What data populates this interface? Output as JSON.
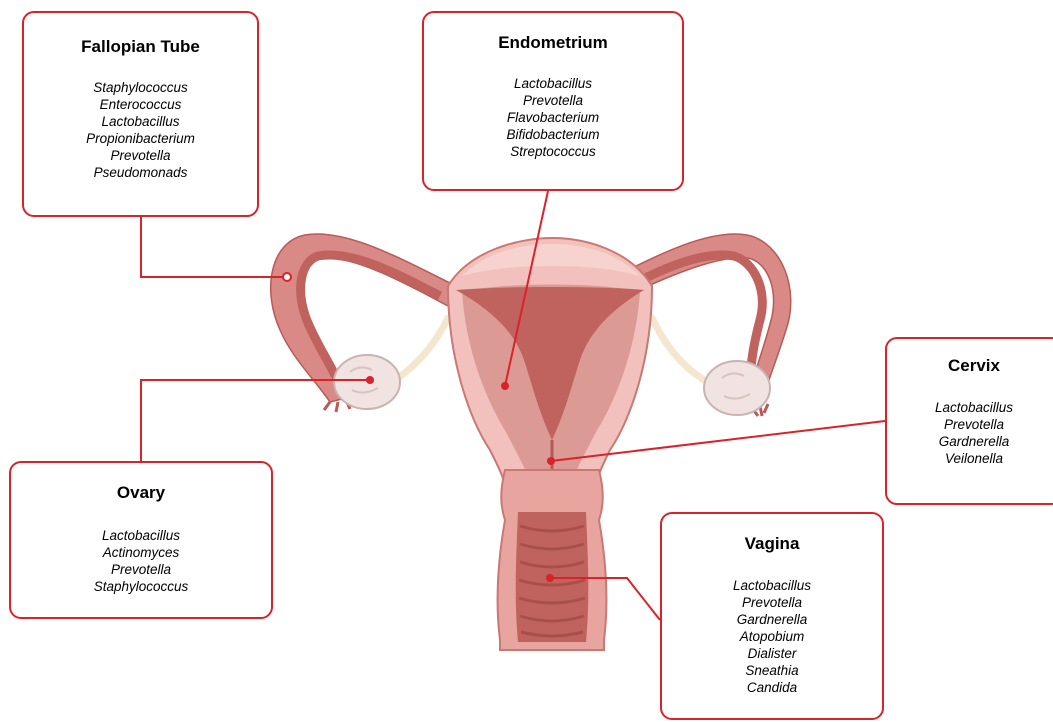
{
  "colors": {
    "leader": "#d8232a",
    "box_border": "#d8232a",
    "tissue_outer": "#d98a86",
    "tissue_dark": "#c0625d",
    "tissue_light": "#f2c1bd",
    "ovary": "#f1e3e1",
    "ligament": "#f5e6cf"
  },
  "regions": {
    "fallopian_tube": {
      "title": "Fallopian Tube",
      "bacteria": [
        "Staphylococcus",
        "Enterococcus",
        "Lactobacillus",
        "Propionibacterium",
        "Prevotella",
        "Pseudomonads"
      ]
    },
    "endometrium": {
      "title": "Endometrium",
      "bacteria": [
        "Lactobacillus",
        "Prevotella",
        "Flavobacterium",
        "Bifidobacterium",
        "Streptococcus"
      ]
    },
    "ovary": {
      "title": "Ovary",
      "bacteria": [
        "Lactobacillus",
        "Actinomyces",
        "Prevotella",
        "Staphylococcus"
      ]
    },
    "cervix": {
      "title": "Cervix",
      "bacteria": [
        "Lactobacillus",
        "Prevotella",
        "Gardnerella",
        "Veilonella"
      ]
    },
    "vagina": {
      "title": "Vagina",
      "bacteria": [
        "Lactobacillus",
        "Prevotella",
        "Gardnerella",
        "Atopobium",
        "Dialister",
        "Sneathia",
        "Candida"
      ]
    }
  }
}
